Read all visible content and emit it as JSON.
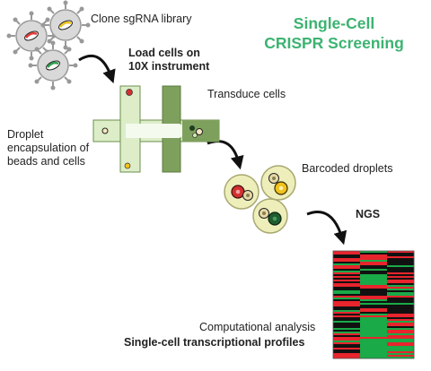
{
  "title": {
    "line1": "Single-Cell",
    "line2": "CRISPR Screening"
  },
  "labels": {
    "library": "Clone sgRNA library",
    "load_line1": "Load cells on",
    "load_line2": "10X instrument",
    "transduce": "Transduce cells",
    "droplet_line1": "Droplet",
    "droplet_line2": "encapsulation of",
    "droplet_line3": "beads and cells",
    "barcoded": "Barcoded droplets",
    "ngs": "NGS",
    "computational": "Computational analysis",
    "profiles": "Single-cell transcriptional profiles"
  },
  "colors": {
    "title": "#3cb371",
    "chip_light": "#dcedc8",
    "chip_dark": "#7ea05d",
    "droplet": "#eeeebb",
    "heat_red": "#e8242d",
    "heat_green": "#1aaa48",
    "heat_black": "#111111"
  },
  "icons": [
    "virus-icon",
    "curved-arrow-icon",
    "microfluidic-chip-icon",
    "droplet-icon",
    "heatmap-icon"
  ]
}
